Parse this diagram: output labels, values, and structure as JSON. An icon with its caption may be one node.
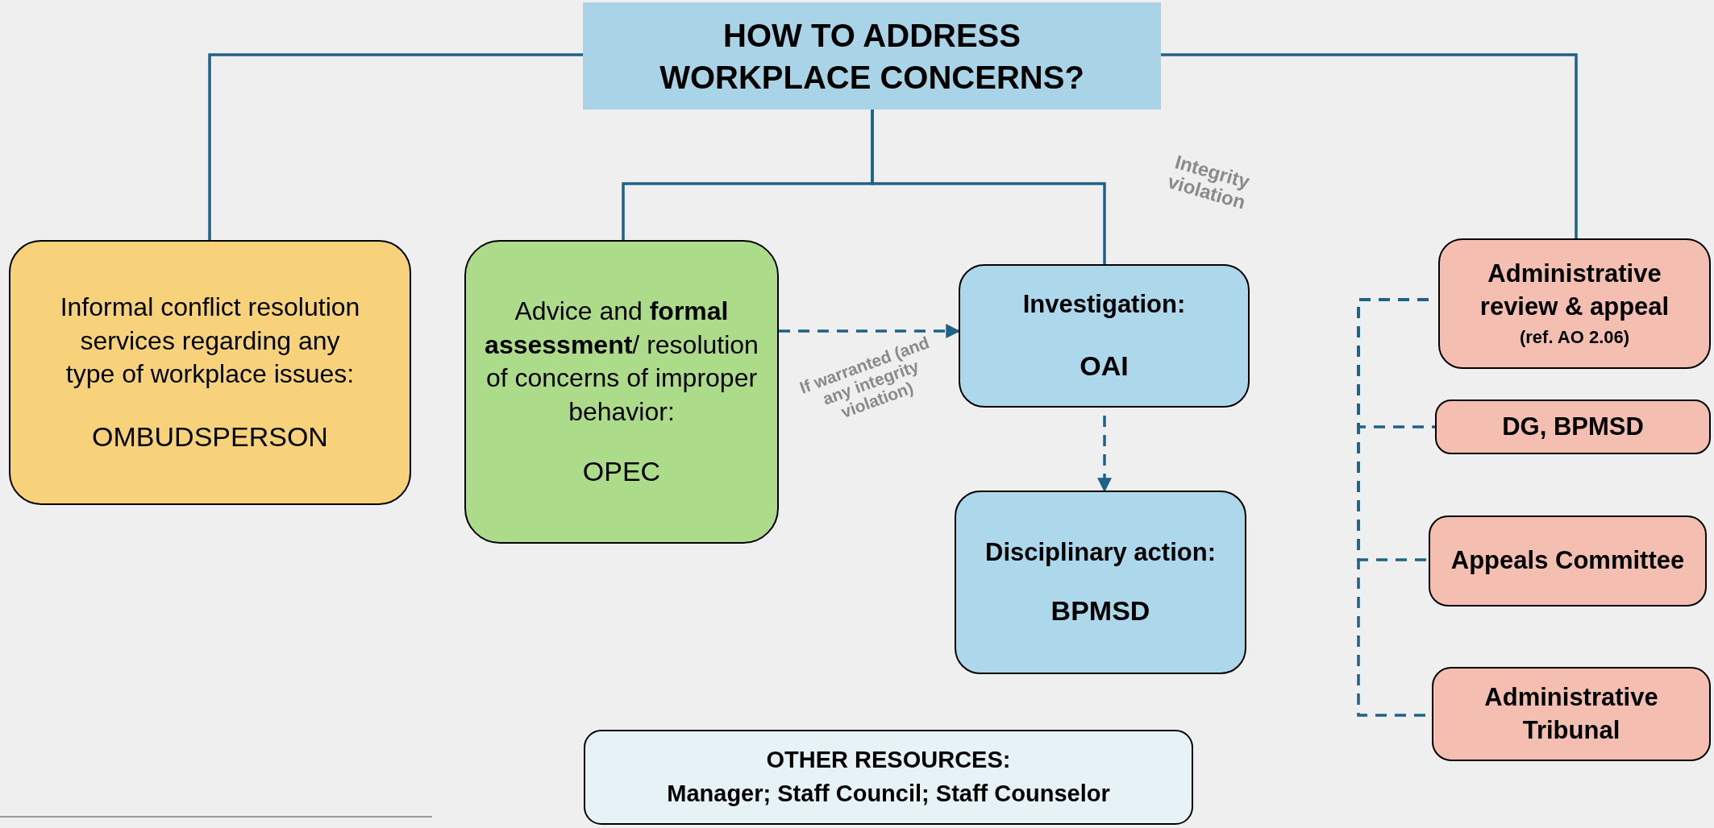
{
  "diagram": {
    "nodes": [
      {
        "text": [
          "HOW TO ADDRESS WORKPLACE CONCERNS?"
        ]
      },
      {
        "text": [
          "Informal conflict resolution services regarding any type of workplace issues:",
          "OMBUDSPERSON"
        ]
      },
      {
        "text": [
          "Advice and **formal assessment**/ resolution of concerns of improper behavior:",
          "OPEC"
        ]
      },
      {
        "text": [
          "Investigation:",
          "OAI"
        ]
      },
      {
        "text": [
          "Disciplinary action:",
          "BPMSD"
        ]
      },
      {
        "text": [
          "Administrative review & appeal",
          "(ref. AO 2.06)"
        ]
      },
      {
        "text": [
          "DG, BPMSD"
        ]
      },
      {
        "text": [
          "Appeals Committee"
        ]
      },
      {
        "text": [
          "Administrative Tribunal"
        ]
      },
      {
        "text": [
          "OTHER RESOURCES:",
          "Manager; Staff Council; Staff Counselor"
        ]
      }
    ],
    "edges": [
      {
        "from": 0,
        "to": 1,
        "arrow": "none"
      },
      {
        "from": 0,
        "to": 2,
        "arrow": "none"
      },
      {
        "from": 0,
        "to": 3,
        "arrow": "none",
        "label": "Integrity violation"
      },
      {
        "from": 0,
        "to": 5,
        "arrow": "none"
      },
      {
        "from": 2,
        "to": 3,
        "arrow": "to",
        "style": "dashed",
        "label": "If warranted (and any integrity violation)"
      },
      {
        "from": 3,
        "to": 4,
        "arrow": "to",
        "style": "dashed"
      },
      {
        "from": 5,
        "to": 6,
        "arrow": "none",
        "style": "dashed"
      },
      {
        "from": 5,
        "to": 7,
        "arrow": "none",
        "style": "dashed"
      },
      {
        "from": 5,
        "to": 8,
        "arrow": "none",
        "style": "dashed"
      }
    ]
  }
}
